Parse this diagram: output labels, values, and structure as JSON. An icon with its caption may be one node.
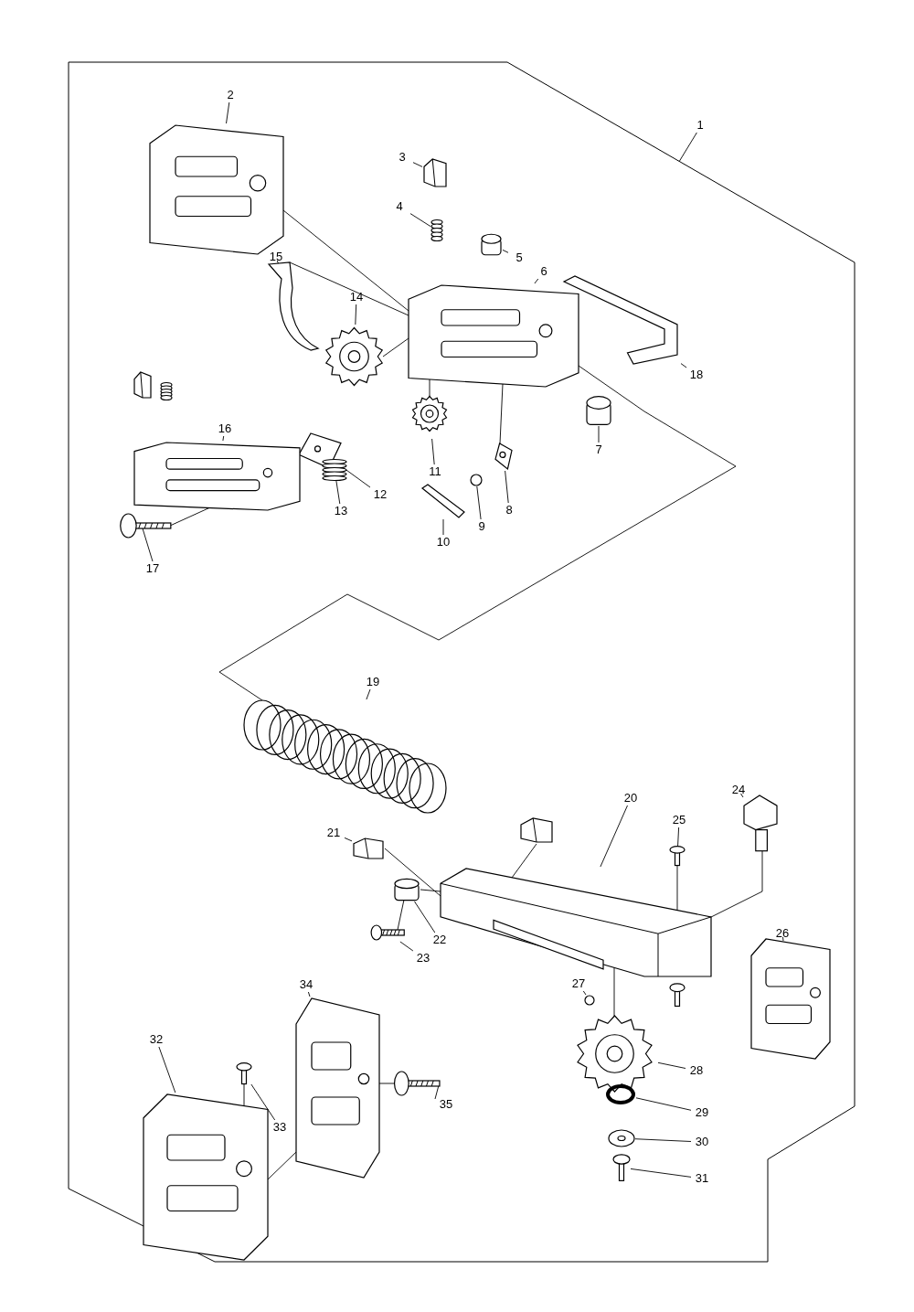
{
  "diagram": {
    "nodes": [
      {
        "text": [],
        "shape": "box"
      },
      {
        "text": [
          "1"
        ]
      },
      {
        "text": [
          "2"
        ],
        "in": 0
      },
      {
        "text": [
          "3"
        ],
        "in": 0
      },
      {
        "text": [
          "4"
        ],
        "in": 0
      },
      {
        "text": [
          "5"
        ],
        "in": 0
      },
      {
        "text": [
          "6"
        ],
        "in": 0
      },
      {
        "text": [
          "7"
        ],
        "in": 0
      },
      {
        "text": [
          "8"
        ],
        "in": 0
      },
      {
        "text": [
          "9"
        ],
        "in": 0
      },
      {
        "text": [
          "10"
        ],
        "in": 0
      },
      {
        "text": [
          "11"
        ],
        "in": 0
      },
      {
        "text": [
          "12"
        ],
        "in": 0
      },
      {
        "text": [
          "13"
        ],
        "in": 0
      },
      {
        "text": [
          "14"
        ],
        "in": 0
      },
      {
        "text": [
          "15"
        ],
        "in": 0
      },
      {
        "text": [
          "16"
        ],
        "in": 0
      },
      {
        "text": [
          "17"
        ],
        "in": 0
      },
      {
        "text": [
          "18"
        ],
        "in": 0
      },
      {
        "text": [
          "19"
        ],
        "in": 0
      },
      {
        "text": [
          "20"
        ],
        "in": 0
      },
      {
        "text": [
          "21"
        ],
        "in": 0
      },
      {
        "text": [
          "22"
        ],
        "in": 0
      },
      {
        "text": [
          "23"
        ],
        "in": 0
      },
      {
        "text": [
          "24"
        ],
        "in": 0
      },
      {
        "text": [
          "25"
        ],
        "in": 0
      },
      {
        "text": [
          "26"
        ],
        "in": 0
      },
      {
        "text": [
          "27"
        ],
        "in": 0
      },
      {
        "text": [
          "28"
        ],
        "in": 0
      },
      {
        "text": [
          "29"
        ],
        "in": 0
      },
      {
        "text": [
          "30"
        ],
        "in": 0
      },
      {
        "text": [
          "31"
        ],
        "in": 0
      },
      {
        "text": [
          "32"
        ],
        "in": 0
      },
      {
        "text": [
          "33"
        ],
        "in": 0
      },
      {
        "text": [
          "34"
        ],
        "in": 0
      },
      {
        "text": [
          "35"
        ],
        "in": 0
      },
      {
        "text": [],
        "shape": "picture",
        "in": 0
      },
      {
        "text": [],
        "shape": "picture",
        "in": 0
      },
      {
        "text": [],
        "shape": "picture",
        "in": 0
      },
      {
        "text": [],
        "shape": "cylinder",
        "in": 0
      },
      {
        "text": [],
        "shape": "picture",
        "in": 0
      },
      {
        "text": [],
        "shape": "cylinder",
        "in": 0
      },
      {
        "text": [],
        "shape": "picture",
        "in": 0
      },
      {
        "text": [],
        "shape": "circle",
        "in": 0
      },
      {
        "text": [],
        "shape": "picture",
        "in": 0
      },
      {
        "text": [],
        "shape": "picture",
        "in": 0
      },
      {
        "text": [],
        "shape": "picture",
        "in": 0
      },
      {
        "text": [],
        "shape": "picture",
        "in": 0
      },
      {
        "text": [],
        "shape": "picture",
        "in": 0
      },
      {
        "text": [],
        "shape": "picture",
        "in": 0
      },
      {
        "text": [],
        "shape": "picture",
        "in": 0
      },
      {
        "text": [],
        "shape": "picture",
        "in": 0
      },
      {
        "text": [],
        "shape": "picture",
        "in": 0
      },
      {
        "text": [],
        "shape": "picture",
        "in": 0
      },
      {
        "text": [],
        "shape": "picture",
        "in": 0
      },
      {
        "text": [],
        "shape": "picture",
        "in": 0
      },
      {
        "text": [],
        "shape": "cylinder",
        "in": 0
      },
      {
        "text": [],
        "shape": "picture",
        "in": 0
      },
      {
        "text": [],
        "shape": "picture",
        "in": 0
      },
      {
        "text": [],
        "shape": "picture",
        "in": 0
      },
      {
        "text": [],
        "shape": "picture",
        "in": 0
      },
      {
        "text": [],
        "shape": "circle",
        "in": 0
      },
      {
        "text": [],
        "shape": "picture",
        "in": 0
      },
      {
        "text": [],
        "shape": "circle",
        "in": 0
      },
      {
        "text": [],
        "shape": "picture",
        "in": 0
      },
      {
        "text": [],
        "shape": "picture",
        "in": 0
      },
      {
        "text": [],
        "shape": "picture",
        "in": 0
      },
      {
        "text": [],
        "shape": "picture",
        "in": 0
      },
      {
        "text": [],
        "shape": "picture",
        "in": 0
      },
      {
        "text": [],
        "shape": "picture",
        "in": 0
      },
      {
        "text": [],
        "shape": "picture",
        "in": 0
      },
      {
        "text": [],
        "shape": "picture",
        "in": 0
      },
      {
        "text": [],
        "shape": "picture",
        "in": 0
      },
      {
        "text": [],
        "shape": "picture",
        "in": 0
      }
    ],
    "edges": [
      {
        "from": 1,
        "to": 0,
        "arrow": "none"
      },
      {
        "from": 2,
        "to": 36,
        "arrow": "none"
      },
      {
        "from": 3,
        "to": 37,
        "arrow": "none"
      },
      {
        "from": 4,
        "to": 38,
        "arrow": "none"
      },
      {
        "from": 5,
        "to": 39,
        "arrow": "none"
      },
      {
        "from": 6,
        "to": 40,
        "arrow": "none"
      },
      {
        "from": 7,
        "to": 41,
        "arrow": "none"
      },
      {
        "from": 8,
        "to": 42,
        "arrow": "none"
      },
      {
        "from": 9,
        "to": 43,
        "arrow": "none"
      },
      {
        "from": 10,
        "to": 44,
        "arrow": "none"
      },
      {
        "from": 11,
        "to": 45,
        "arrow": "none"
      },
      {
        "from": 12,
        "to": 46,
        "arrow": "none"
      },
      {
        "from": 13,
        "to": 47,
        "arrow": "none"
      },
      {
        "from": 14,
        "to": 48,
        "arrow": "none"
      },
      {
        "from": 15,
        "to": 49,
        "arrow": "none"
      },
      {
        "from": 16,
        "to": 50,
        "arrow": "none"
      },
      {
        "from": 17,
        "to": 51,
        "arrow": "none"
      },
      {
        "from": 18,
        "to": 52,
        "arrow": "none"
      },
      {
        "from": 19,
        "to": 53,
        "arrow": "none"
      },
      {
        "from": 20,
        "to": 54,
        "arrow": "none"
      },
      {
        "from": 21,
        "to": 55,
        "arrow": "none"
      },
      {
        "from": 22,
        "to": 56,
        "arrow": "none"
      },
      {
        "from": 23,
        "to": 57,
        "arrow": "none"
      },
      {
        "from": 24,
        "to": 58,
        "arrow": "none"
      },
      {
        "from": 25,
        "to": 59,
        "arrow": "none"
      },
      {
        "from": 26,
        "to": 60,
        "arrow": "none"
      },
      {
        "from": 27,
        "to": 61,
        "arrow": "none"
      },
      {
        "from": 28,
        "to": 62,
        "arrow": "none"
      },
      {
        "from": 29,
        "to": 63,
        "arrow": "none"
      },
      {
        "from": 30,
        "to": 64,
        "arrow": "none"
      },
      {
        "from": 31,
        "to": 65,
        "arrow": "none"
      },
      {
        "from": 32,
        "to": 66,
        "arrow": "none"
      },
      {
        "from": 33,
        "to": 67,
        "arrow": "none"
      },
      {
        "from": 34,
        "to": 68,
        "arrow": "none"
      },
      {
        "from": 35,
        "to": 69,
        "arrow": "none"
      },
      {
        "from": 36,
        "to": 40,
        "arrow": "none"
      },
      {
        "from": 49,
        "to": 40,
        "arrow": "none"
      },
      {
        "from": 48,
        "to": 40,
        "arrow": "none"
      },
      {
        "from": 45,
        "to": 40,
        "arrow": "none"
      },
      {
        "from": 42,
        "to": 40,
        "arrow": "none"
      },
      {
        "from": 51,
        "to": 50,
        "arrow": "none"
      },
      {
        "from": 40,
        "to": 53,
        "arrow": "none"
      },
      {
        "from": 72,
        "to": 54,
        "arrow": "none"
      },
      {
        "from": 55,
        "to": 54,
        "arrow": "none"
      },
      {
        "from": 57,
        "to": 56,
        "arrow": "none"
      },
      {
        "from": 56,
        "to": 54,
        "arrow": "none"
      },
      {
        "from": 58,
        "to": 54,
        "arrow": "none"
      },
      {
        "from": 59,
        "to": 54,
        "arrow": "none"
      },
      {
        "from": 62,
        "to": 54,
        "arrow": "none"
      },
      {
        "from": 66,
        "to": 68,
        "arrow": "none"
      },
      {
        "from": 67,
        "to": 66,
        "arrow": "none"
      },
      {
        "from": 69,
        "to": 68,
        "arrow": "none"
      }
    ]
  }
}
